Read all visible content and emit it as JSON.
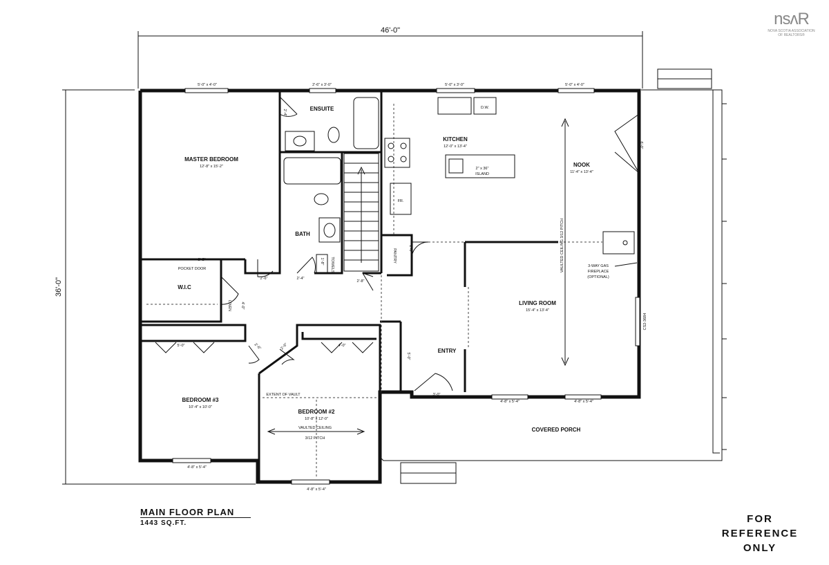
{
  "logo": {
    "mark": "nsʌR",
    "line1": "NOVA SCOTIA ASSOCIATION",
    "line2": "OF REALTORS®"
  },
  "overall_dimensions": {
    "width": "46'-0\"",
    "depth": "36'-0\""
  },
  "rooms": {
    "master_bedroom": {
      "name": "MASTER BEDROOM",
      "size": "12'-8\" x 15'-2\""
    },
    "ensuite": {
      "name": "ENSUITE"
    },
    "kitchen": {
      "name": "KITCHEN",
      "size": "12'-0\" x 13'-4\""
    },
    "island": {
      "size": "2\" x 36\"",
      "name": "ISLAND"
    },
    "nook": {
      "name": "NOOK",
      "size": "11'-4\" x 13'-4\""
    },
    "bath": {
      "name": "BATH"
    },
    "wic": {
      "name": "W.I.C"
    },
    "linen": {
      "name": "LINEN"
    },
    "towels": {
      "name": "TOWELS"
    },
    "pantry": {
      "name": "PANTRY"
    },
    "fridge": {
      "name": "FR."
    },
    "dishwasher": {
      "name": "D.W."
    },
    "living_room": {
      "name": "LIVING ROOM",
      "size": "15'-4\" x 13'-4\""
    },
    "entry": {
      "name": "ENTRY"
    },
    "bedroom3": {
      "name": "BEDROOM #3",
      "size": "10'-4\" x 10'-0\""
    },
    "bedroom2": {
      "name": "BEDROOM #2",
      "size": "10'-8\" x 12'-0\""
    },
    "covered_porch": {
      "name": "COVERED PORCH"
    }
  },
  "annotations": {
    "vaulted_ceiling_living": "VAULTED CEILING 3/12 PITCH",
    "vaulted_ceiling_bed2": "VAULTED CEILING",
    "vaulted_ceiling_bed2_pitch": "3/12 PITCH",
    "extent_of_vault": "EXTENT OF VAULT",
    "pocket_door": "POCKET DOOR",
    "fireplace_line1": "3-WAY GAS",
    "fireplace_line2": "FIREPLACE",
    "fireplace_line3": "(OPTIONAL)",
    "glass_block": "CS2-3684"
  },
  "window_labels": {
    "top1": "5'-0\" x 4'-0\"",
    "top2": "2'-6\" x 3'-0\"",
    "top3": "5'-0\" x 3'-0\"",
    "top4": "5'-0\" x 4'-0\"",
    "bottom_bed3": "4'-8\" x 5'-4\"",
    "bottom_bed2": "4'-8\" x 5'-4\"",
    "living1": "4'-8\" x 5'-4\"",
    "living2": "4'-8\" x 5'-4\""
  },
  "door_labels": {
    "ensuite": "2'-4\"",
    "pocket": "2'-2\"",
    "hall1": "2'-6\"",
    "hall2": "2'-4\"",
    "towels": "1'-8\"",
    "stair": "2'-8\"",
    "pantry": "2'-0\"",
    "linen": "4'-0\"",
    "bed3_closet": "5'-0\"",
    "bed2_closet": "4'-0\"",
    "bed3_door": "2'-6\"",
    "bed2_door": "2'-6\"",
    "coat": "5'-0\"",
    "entry": "3'-0\"",
    "nook": "6'-0\""
  },
  "plan_title": "MAIN FLOOR PLAN",
  "plan_area": "1443 SQ.FT.",
  "reference_note": [
    "FOR",
    "REFERENCE",
    "ONLY"
  ]
}
